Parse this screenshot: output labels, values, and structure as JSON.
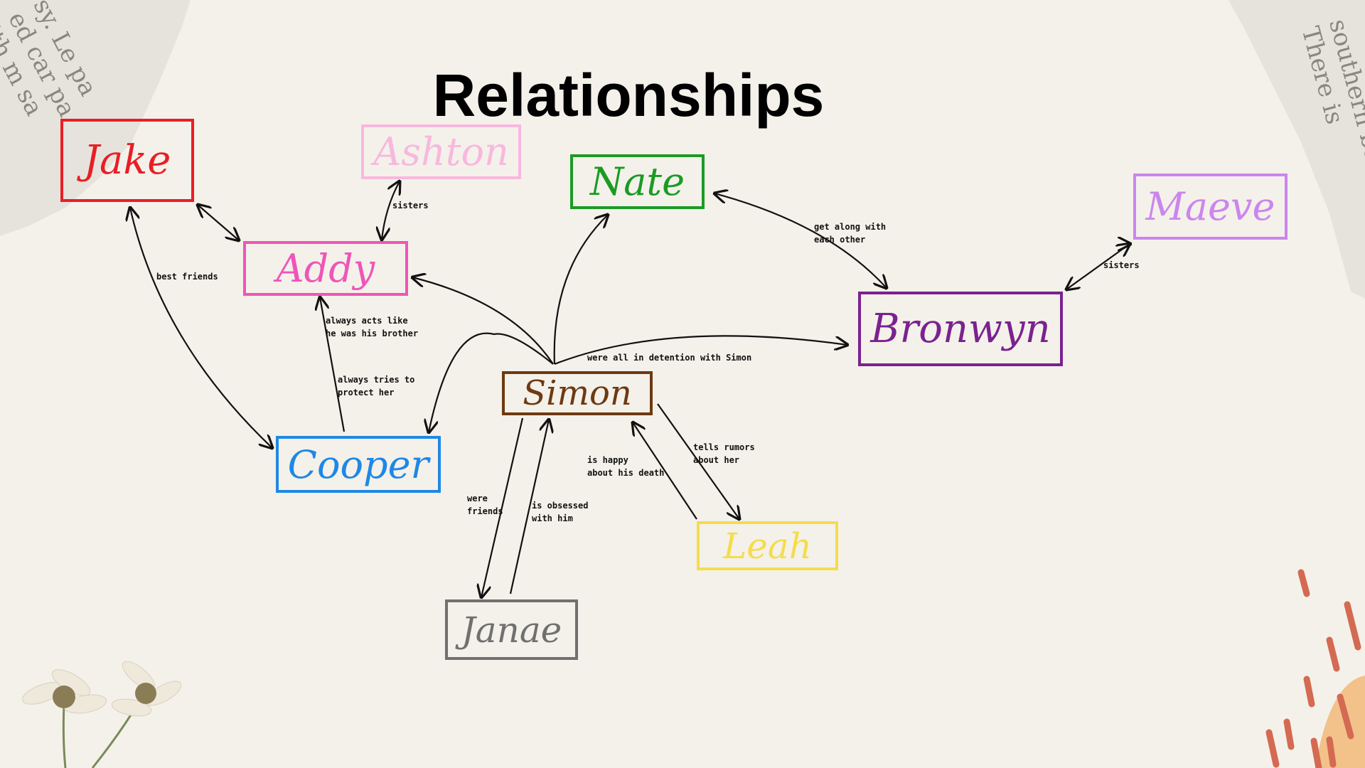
{
  "slide": {
    "title": "Relationships"
  },
  "colors": {
    "background": "#f4f1ea",
    "jake": "#e81e25",
    "ashton": "#f8b8de",
    "addy": "#ef55b8",
    "cooper": "#1e88e5",
    "nate": "#1a9b24",
    "maeve": "#cb86ee",
    "bronwyn": "#7b2190",
    "simon": "#6e3a12",
    "leah": "#f5dc4c",
    "janae": "#707070",
    "arrow": "#111111"
  },
  "nodes": {
    "jake": "Jake",
    "ashton": "Ashton",
    "addy": "Addy",
    "nate": "Nate",
    "maeve": "Maeve",
    "bronwyn": "Bronwyn",
    "simon": "Simon",
    "cooper": "Cooper",
    "leah": "Leah",
    "janae": "Janae"
  },
  "edge_labels": {
    "jake_cooper": "best friends",
    "ashton_addy": "sisters",
    "cooper_addy": "always acts like\nhe was his brother",
    "addy_cooper": "always tries to\nprotect her",
    "nate_bronwyn": "get along with\neach other",
    "maeve_bronwyn": "sisters",
    "simon_detention": "were all in detention with Simon",
    "simon_leah": "tells rumors\nabout her",
    "leah_simon": "is happy\nabout his death",
    "janae_simon_friends": "were\nfriends",
    "janae_simon_obsessed": "is obsessed\nwith him"
  },
  "decorations": {
    "newspaper_corners": "torn newspaper clipping",
    "flowers": "dried daisy flowers",
    "brush_strokes": "orange paint strokes"
  }
}
